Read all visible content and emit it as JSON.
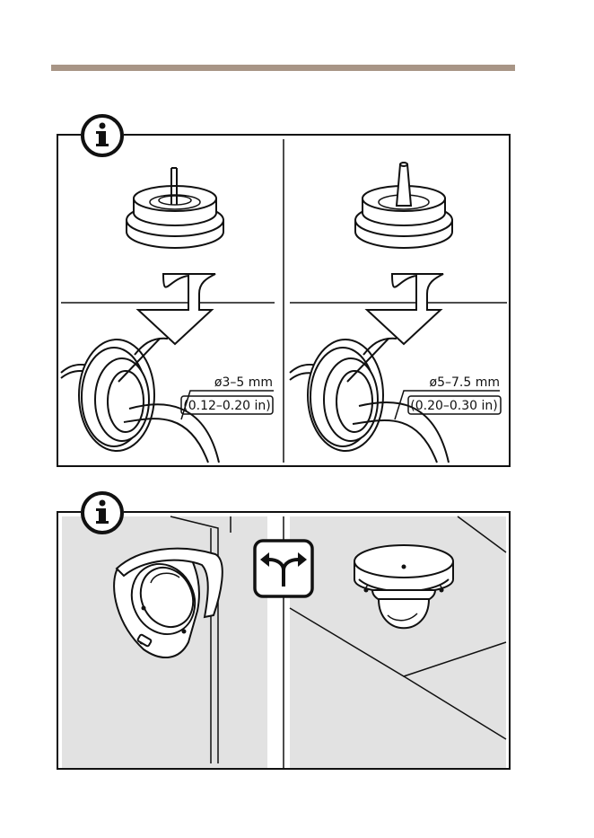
{
  "colors": {
    "header_rule": "#a89586",
    "line": "#111111",
    "wall_fill": "#e2e2e2",
    "ceiling_fill": "#e2e2e2",
    "white": "#ffffff"
  },
  "icons": {
    "info": "info-icon",
    "alternative": "fork-arrows-icon",
    "insert": "down-arrow-icon"
  },
  "panel_cables": {
    "left": {
      "diameter": "ø3–5 mm",
      "inches": "(0.12–0.20 in)"
    },
    "right": {
      "diameter": "ø5–7.5 mm",
      "inches": "(0.20–0.30 in)"
    }
  }
}
